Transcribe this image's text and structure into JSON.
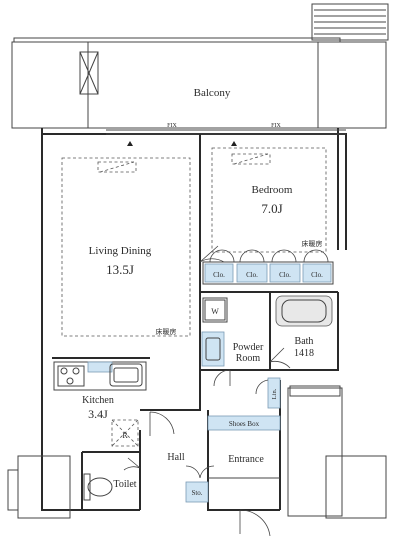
{
  "rooms": {
    "balcony": "Balcony",
    "fix_left": "FIX",
    "fix_right": "FIX",
    "bedroom": "Bedroom",
    "bedroom_size": "7.0J",
    "living_dining": "Living Dining",
    "living_size": "13.5J",
    "floor_heating_bedroom": "床暖房",
    "floor_heating_living": "床暖房",
    "closet_1": "Clo.",
    "closet_2": "Clo.",
    "closet_3": "Clo.",
    "closet_4": "Clo.",
    "washer": "W",
    "powder_room_1": "Powder",
    "powder_room_2": "Room",
    "bath": "Bath",
    "bath_size": "1418",
    "kitchen": "Kitchen",
    "kitchen_size": "3.4J",
    "refrigerator": "R",
    "linen": "Lin.",
    "shoes_box": "Shoes Box",
    "hall": "Hall",
    "entrance": "Entrance",
    "toilet": "Toilet",
    "storage": "Sto."
  }
}
